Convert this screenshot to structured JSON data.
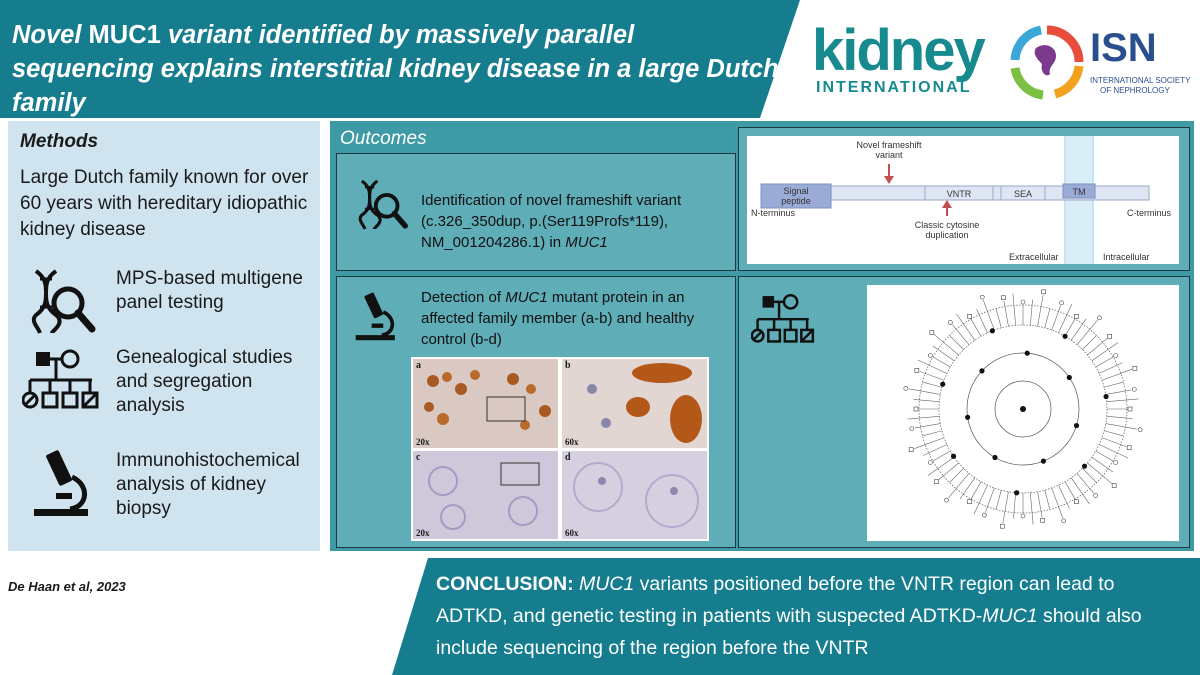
{
  "header": {
    "title_part1": "Novel ",
    "title_gene": "MUC1",
    "title_part2": " variant identified by massively parallel sequencing explains interstitial kidney disease in a large Dutch family"
  },
  "logos": {
    "journal_word": "kidney",
    "journal_sub": "INTERNATIONAL",
    "society_acronym": "ISN",
    "society_line1": "INTERNATIONAL SOCIETY",
    "society_line2": "OF NEPHROLOGY"
  },
  "methods": {
    "title": "Methods",
    "description": "Large Dutch family known for over 60 years with hereditary idiopathic kidney disease",
    "items": [
      {
        "icon": "dna-magnifier-icon",
        "text": "MPS-based multigene panel testing"
      },
      {
        "icon": "pedigree-icon",
        "text": "Genealogical studies and segregation analysis"
      },
      {
        "icon": "microscope-icon",
        "text": "Immunohistochemical analysis of kidney biopsy"
      }
    ]
  },
  "outcomes": {
    "title": "Outcomes",
    "panel1": {
      "text": "Identification of novel frameshift variant (c.326_350dup, p.(Ser119Profs*119), NM_001204286.1) in ",
      "gene": "MUC1"
    },
    "schematic": {
      "novel_label_1": "Novel frameshift",
      "novel_label_2": "variant",
      "signal_1": "Signal",
      "signal_2": "peptide",
      "vntr": "VNTR",
      "sea": "SEA",
      "tm": "TM",
      "n_terminus": "N-terminus",
      "c_terminus": "C-terminus",
      "classic_1": "Classic cytosine",
      "classic_2": "duplication",
      "extracellular": "Extracellular",
      "intracellular": "Intracellular"
    },
    "panel2": {
      "text_before": "Detection of ",
      "gene": "MUC1",
      "text_after": " mutant protein in an affected family member (a-b) and healthy control (b-d)"
    },
    "micro": {
      "a": "a",
      "b": "b",
      "c": "c",
      "d": "d",
      "mag_a": "20x",
      "mag_b": "60x",
      "mag_c": "20x",
      "mag_d": "60x"
    }
  },
  "footer": {
    "citation": "De Haan et al, 2023",
    "conclusion_label": "CONCLUSION:",
    "gene1": "MUC1",
    "text1": " variants positioned before the VNTR region can lead to ADTKD, and genetic testing in patients with suspected ADTKD-",
    "gene2": "MUC1",
    "text2": " should also include sequencing of the region before the VNTR"
  },
  "colors": {
    "header": "#167d8f",
    "methods_bg": "#cfe4ef",
    "outcomes_bg": "#3e9aa5",
    "panel_bg": "#5eadb7"
  }
}
